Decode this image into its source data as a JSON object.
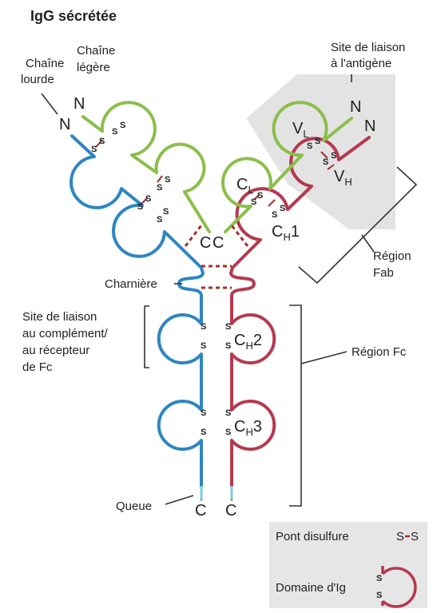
{
  "title": "IgG sécrétée",
  "labels": {
    "heavy_chain": [
      "Chaîne",
      "lourde"
    ],
    "light_chain": [
      "Chaîne",
      "légère"
    ],
    "antigen_site": [
      "Site de liaison",
      "à l'antigène"
    ],
    "fab_region": [
      "Région",
      "Fab"
    ],
    "hinge": "Charnière",
    "complement_site": [
      "Site de liaison",
      "au complément/",
      "au récepteur",
      "de Fc"
    ],
    "fc_region": "Région Fc",
    "tail": "Queue",
    "n_terminus": "N",
    "c_terminus": "C"
  },
  "domains": {
    "vl": {
      "main": "V",
      "sub": "L"
    },
    "vh": {
      "main": "V",
      "sub": "H"
    },
    "cl": {
      "main": "C",
      "sub": "L"
    },
    "ch1": {
      "main": "C",
      "sub": "H",
      "suffix": "1"
    },
    "ch2": {
      "main": "C",
      "sub": "H",
      "suffix": "2"
    },
    "ch3": {
      "main": "C",
      "sub": "H",
      "suffix": "3"
    }
  },
  "disulfide": {
    "s": "S"
  },
  "legend": {
    "bond_label": "Pont disulfure",
    "bond_symbol_left": "S",
    "bond_symbol_right": "S",
    "domain_label": "Domaine d'Ig"
  },
  "colors": {
    "heavy_left": "#2e86c1",
    "heavy_right": "#b5394f",
    "light": "#8bbf4a",
    "disulfide": "#a0302a",
    "antigen_box": "#e3e3e3",
    "legend_box": "#e6e6e6"
  }
}
